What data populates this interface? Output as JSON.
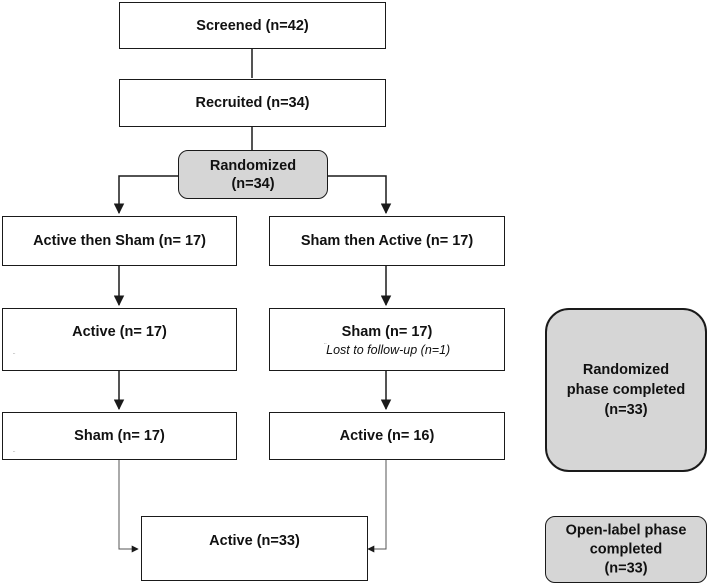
{
  "nodes": {
    "screened": "Screened (n=42)",
    "recruited": "Recruited (n=34)",
    "randomized": {
      "line1": "Randomized",
      "line2": "(n=34)"
    },
    "arm_left": "Active then Sham (n= 17)",
    "arm_right": "Sham then Active (n= 17)",
    "left_phase1": "Active (n= 17)",
    "right_phase1": "Sham (n= 17)",
    "right_phase1_note": "Lost to follow-up (n=1)",
    "left_phase2": "Sham (n= 17)",
    "right_phase2": "Active (n= 16)",
    "open_label": "Active (n=33)",
    "randomized_complete": {
      "line1": "Randomized",
      "line2": "phase completed",
      "line3": "(n=33)"
    },
    "openlabel_complete": {
      "line1": "Open-label phase",
      "line2": "completed",
      "line3": "(n=33)"
    }
  },
  "colors": {
    "box_border": "#1a1a1a",
    "gray_fill": "#d6d6d6",
    "line": "#1a1a1a"
  }
}
